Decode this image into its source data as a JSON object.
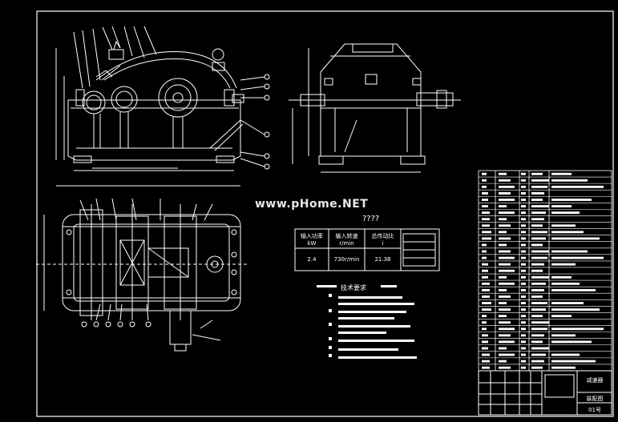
{
  "watermark": "www.pHome.NET",
  "title_marks": "????",
  "spec_table": {
    "headers": [
      "输入功率",
      "输入转速",
      "总传动比"
    ],
    "units": [
      "kW",
      "r/min",
      "i"
    ],
    "values": [
      "2.4",
      "730r/min",
      "21.38"
    ]
  },
  "tech_requirements_title": "技术要求",
  "title_block": {
    "name": "减速器",
    "drawing": "装配图",
    "sheet": "01号"
  },
  "colors": {
    "background": "#000000",
    "line": "#ffffff",
    "frame": "#ffffff"
  }
}
